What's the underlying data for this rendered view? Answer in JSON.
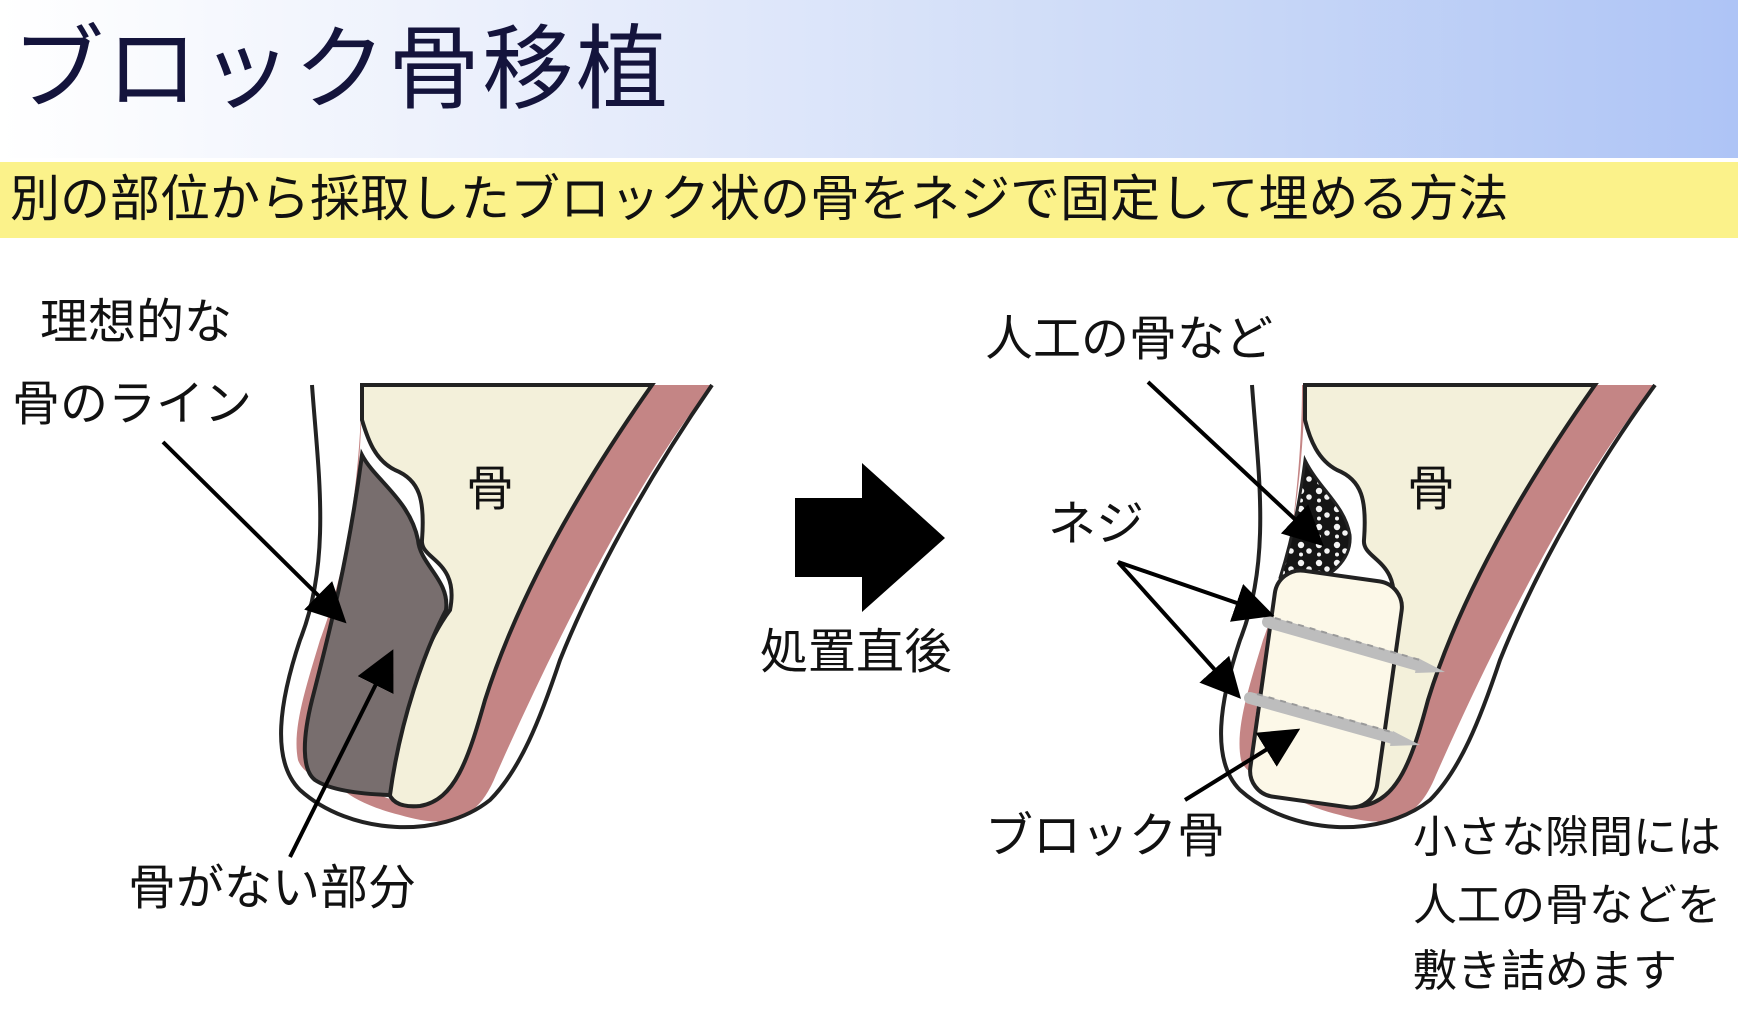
{
  "title": "ブロック骨移植",
  "subtitle": "別の部位から採取したブロック状の骨をネジで固定して埋める方法",
  "left_diagram": {
    "label_ideal_line_1": "理想的な",
    "label_ideal_line_2": "骨のライン",
    "label_bone": "骨",
    "label_missing": "骨がない部分"
  },
  "arrow": {
    "label": "処置直後"
  },
  "right_diagram": {
    "label_artificial": "人工の骨など",
    "label_bone": "骨",
    "label_screw": "ネジ",
    "label_block": "ブロック骨",
    "note_line_1": "小さな隙間には",
    "note_line_2": "人工の骨などを",
    "note_line_3": "敷き詰めます"
  },
  "colors": {
    "gum": "#c48585",
    "bone": "#f3f0da",
    "missing": "#786e6e",
    "block": "#fcf8e8",
    "screw": "#bdbdbd"
  }
}
